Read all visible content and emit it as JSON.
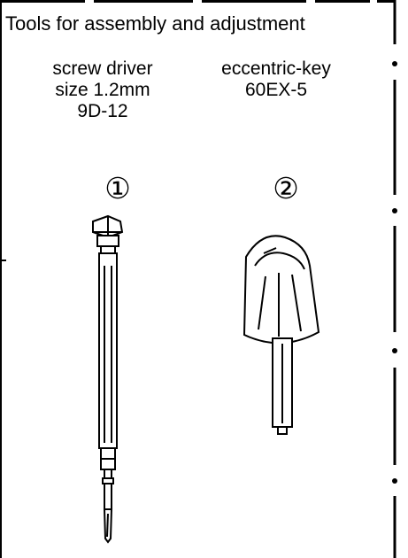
{
  "title": "Tools for assembly and adjustment",
  "tools": [
    {
      "number": "①",
      "name": "screw driver",
      "size": "size 1.2mm",
      "code": "9D-12",
      "icon": "screwdriver-icon"
    },
    {
      "number": "②",
      "name": "eccentric-key",
      "code": "60EX-5",
      "icon": "eccentric-key-icon"
    }
  ],
  "colors": {
    "line": "#000000",
    "background": "#ffffff"
  }
}
